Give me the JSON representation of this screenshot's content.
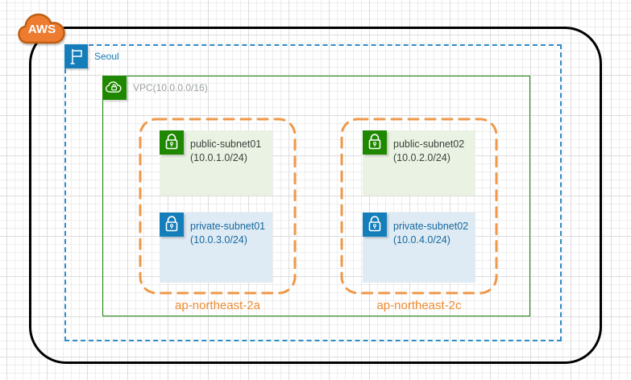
{
  "diagram": {
    "cloud_label": "AWS",
    "region": {
      "label": "Seoul"
    },
    "vpc": {
      "label": "VPC(10.0.0.0/16)"
    },
    "azs": [
      {
        "label": "ap-northeast-2a",
        "public_subnet": {
          "name": "public-subnet01",
          "cidr": "(10.0.1.0/24)"
        },
        "private_subnet": {
          "name": "private-subnet01",
          "cidr": "(10.0.3.0/24)"
        }
      },
      {
        "label": "ap-northeast-2c",
        "public_subnet": {
          "name": "public-subnet02",
          "cidr": "(10.0.2.0/24)"
        },
        "private_subnet": {
          "name": "private-subnet02",
          "cidr": "(10.0.4.0/24)"
        }
      }
    ],
    "colors": {
      "aws_cloud_orange": "#ED7C31",
      "aws_cloud_outline": "#C05F11",
      "boundary_black": "#000000",
      "region_blue": "#147EBA",
      "vpc_green": "#248814",
      "subnet_public_icon_green": "#1E8900",
      "az_orange_dash": "#EE9848",
      "az_orange_text": "#EE8B31",
      "public_subnet_fill": "#EAF2E3",
      "private_subnet_fill": "#DFEBF4"
    }
  }
}
